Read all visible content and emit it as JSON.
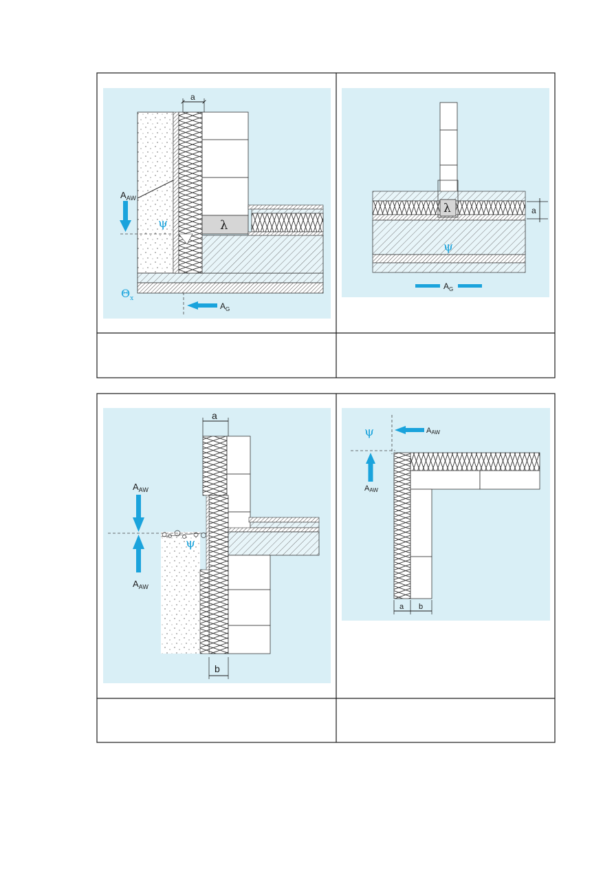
{
  "colors": {
    "panel_bg": "#d9eff6",
    "accent_blue": "#1aa3dc",
    "line": "#1a1a1a",
    "block_fill": "#ffffff",
    "lambda_fill": "#d6d6d6"
  },
  "symbols": {
    "a": "a",
    "b": "b",
    "psi": "ψ",
    "lambda": "λ",
    "theta": "Θ",
    "theta_sub": "x",
    "A": "A",
    "sub_AW": "AW",
    "sub_G": "G"
  },
  "captions": {
    "cell_1": "",
    "cell_2": "",
    "cell_3": "",
    "cell_4": ""
  }
}
